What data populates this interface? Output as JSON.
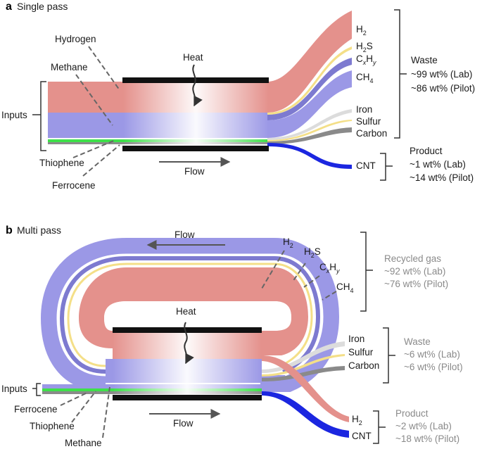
{
  "panel_a": {
    "letter": "a",
    "title": "Single pass",
    "labels": {
      "hydrogen": "Hydrogen",
      "methane": "Methane",
      "heat": "Heat",
      "inputs": "Inputs",
      "thiophene": "Thiophene",
      "ferrocene": "Ferrocene",
      "flow": "Flow",
      "iron": "Iron",
      "sulfur": "Sulfur",
      "carbon": "Carbon",
      "cnt": "CNT"
    },
    "waste": {
      "title": "Waste",
      "lab": "~99 wt% (Lab)",
      "pilot": "~86 wt% (Pilot)"
    },
    "product": {
      "title": "Product",
      "lab": "~1 wt% (Lab)",
      "pilot": "~14 wt% (Pilot)"
    }
  },
  "panel_b": {
    "letter": "b",
    "title": "Multi pass",
    "labels": {
      "flow_top": "Flow",
      "heat": "Heat",
      "inputs": "Inputs",
      "ferrocene": "Ferrocene",
      "thiophene": "Thiophene",
      "methane": "Methane",
      "flow_bottom": "Flow",
      "iron": "Iron",
      "sulfur": "Sulfur",
      "carbon": "Carbon",
      "cnt": "CNT"
    },
    "recycled": {
      "title": "Recycled gas",
      "lab": "~92 wt% (Lab)",
      "pilot": "~76 wt% (Pilot)"
    },
    "waste": {
      "title": "Waste",
      "lab": "~6 wt% (Lab)",
      "pilot": "~6 wt% (Pilot)"
    },
    "product": {
      "title": "Product",
      "lab": "~2 wt% (Lab)",
      "pilot": "~18 wt% (Pilot)"
    }
  },
  "colors": {
    "hydrogen": "#e4918c",
    "methane": "#9b98e6",
    "cxhy": "#7d7ad0",
    "h2s": "#f4df88",
    "iron": "#dcdcdc",
    "carbon": "#8a8a8a",
    "cnt": "#1b26e0",
    "thiophene": "#3ee04a",
    "reactor": "#111111"
  }
}
